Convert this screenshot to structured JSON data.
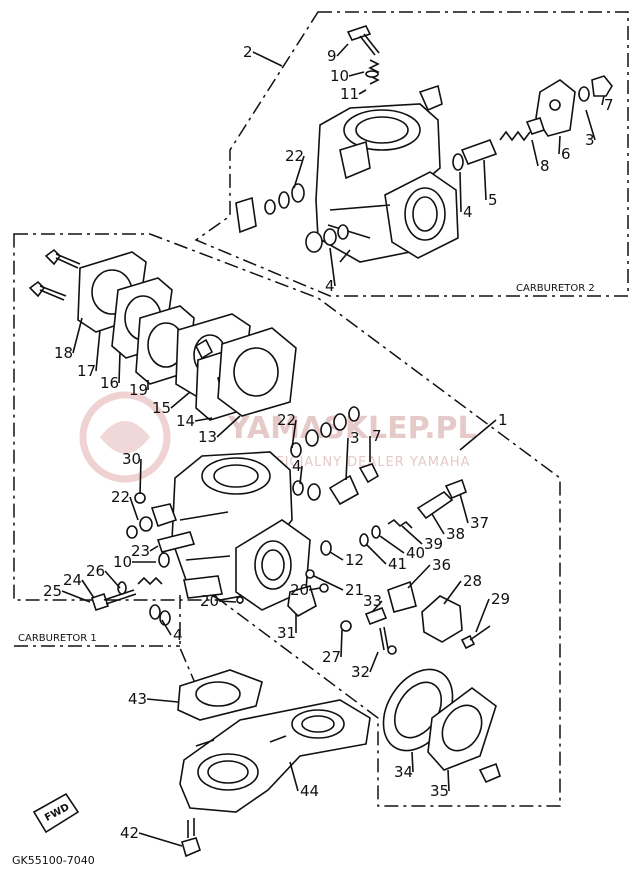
{
  "diagram": {
    "box_labels": {
      "carburetor_2": "CARBURETOR 2",
      "carburetor_1": "CARBURETOR 1"
    },
    "watermark": {
      "brand": "YAMASKLEP.PL",
      "tagline": "OFICJALNY DEALER YAMAHA"
    },
    "drawing_code": "GK55100-7040",
    "fwd_mark": "FWD",
    "callouts": [
      "1",
      "2",
      "3",
      "3",
      "4",
      "4",
      "4",
      "4",
      "5",
      "6",
      "7",
      "7",
      "8",
      "9",
      "10",
      "10",
      "11",
      "12",
      "13",
      "14",
      "15",
      "16",
      "17",
      "18",
      "19",
      "20",
      "20",
      "21",
      "22",
      "22",
      "22",
      "23",
      "24",
      "25",
      "26",
      "27",
      "28",
      "29",
      "30",
      "31",
      "32",
      "33",
      "34",
      "35",
      "36",
      "37",
      "38",
      "39",
      "40",
      "41",
      "42",
      "43",
      "44"
    ]
  },
  "colors": {
    "ink": "#111111",
    "watermark": "#e6c9c9"
  }
}
